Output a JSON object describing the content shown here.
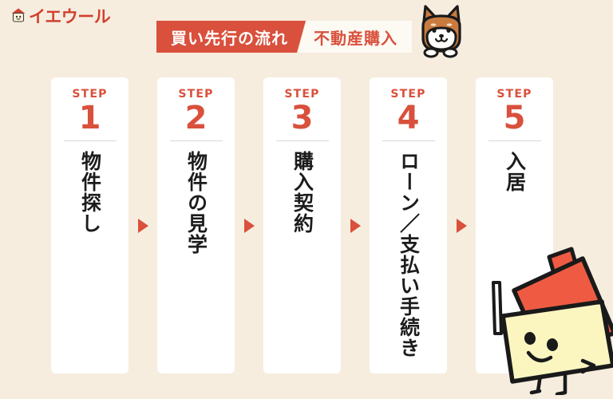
{
  "brand": {
    "name": "イエウール",
    "logo_icon": "house-mascot-icon",
    "color": "#d2402f"
  },
  "banner": {
    "left_label": "買い先行の流れ",
    "right_label": "不動産購入",
    "left_bg": "#d9503c",
    "left_fg": "#ffffff",
    "right_bg": "#fdfaf4",
    "right_fg": "#d9503c"
  },
  "mascots": {
    "dog": "shiba-dog-icon",
    "house": "house-character-icon"
  },
  "page": {
    "background": "#f6eddf",
    "accent": "#d9503c"
  },
  "steps": {
    "label_prefix": "STEP",
    "arrow_glyph": "▶",
    "items": [
      {
        "number": "1",
        "title": "物件探し"
      },
      {
        "number": "2",
        "title": "物件の見学"
      },
      {
        "number": "3",
        "title": "購入契約"
      },
      {
        "number": "4",
        "title": "ローン／支払い手続き"
      },
      {
        "number": "5",
        "title": "入居"
      }
    ]
  }
}
